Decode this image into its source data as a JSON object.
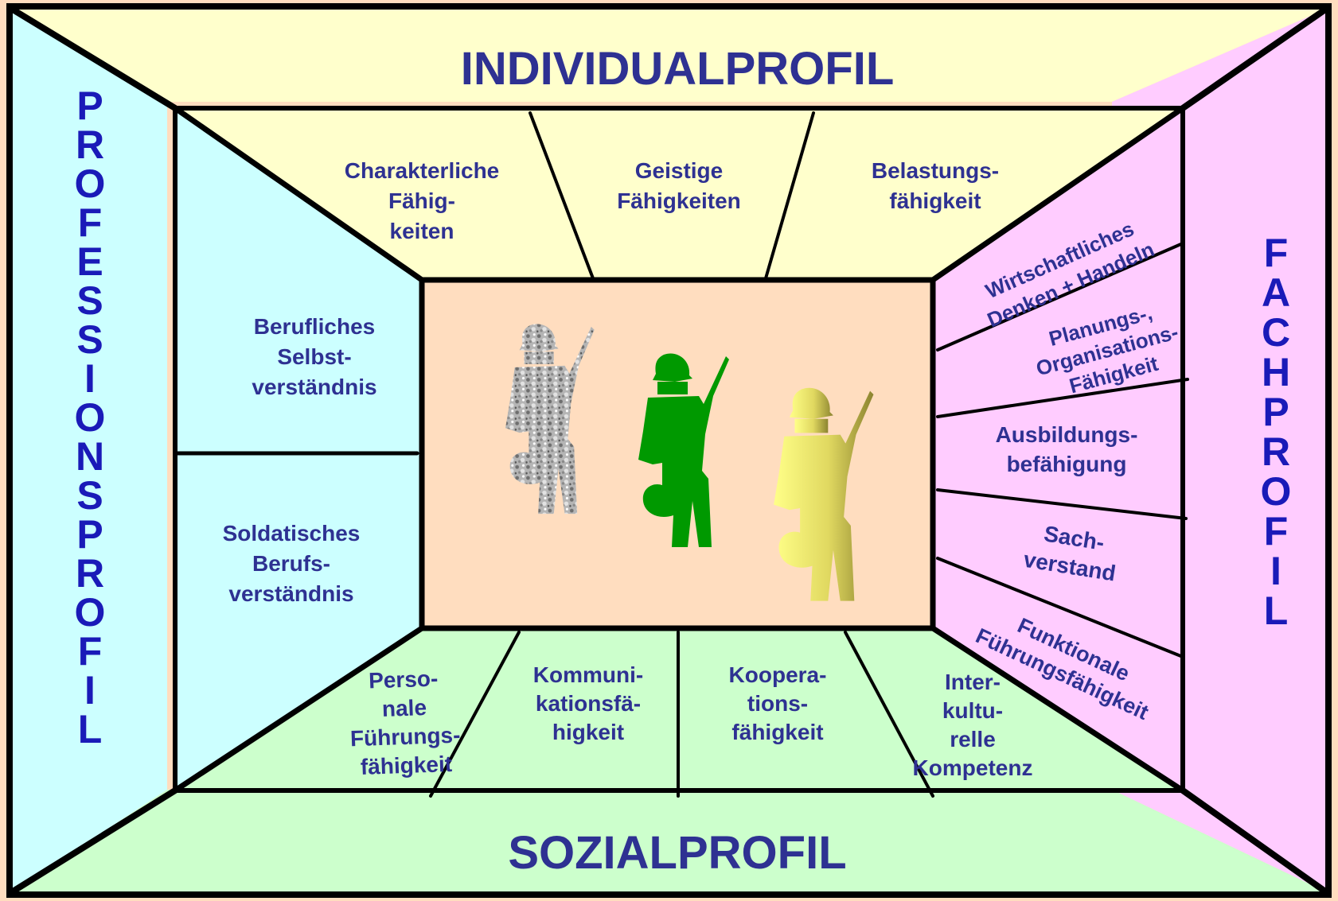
{
  "colors": {
    "individual_bg": "#FFFFCC",
    "profession_bg": "#CCFFFF",
    "fach_bg": "#FFCCFF",
    "sozial_bg": "#CCFFCC",
    "center_bg": "#FFDDBF",
    "title_text": "#2E3192",
    "vertical_text": "#1A1AB8",
    "soldier_gray": "#A9A9A9",
    "soldier_green": "#009900",
    "soldier_yellow": "#E6E066"
  },
  "titles": {
    "individual": "INDIVIDUALPROFIL",
    "sozial": "SOZIALPROFIL",
    "profession_letters": [
      "P",
      "R",
      "O",
      "F",
      "E",
      "S",
      "S",
      "I",
      "O",
      "N",
      "S",
      "P",
      "R",
      "O",
      "F",
      "I",
      "L"
    ],
    "fach_letters": [
      "F",
      "A",
      "C",
      "H",
      "P",
      "R",
      "O",
      "F",
      "I",
      "L"
    ]
  },
  "individual_items": [
    {
      "lines": [
        "Charakterliche",
        "Fähig-",
        "keiten"
      ]
    },
    {
      "lines": [
        "Geistige",
        "Fähigkeiten"
      ]
    },
    {
      "lines": [
        "Belastungs-",
        "fähigkeit"
      ]
    }
  ],
  "profession_items": [
    {
      "lines": [
        "Berufliches",
        "Selbst-",
        "verständnis"
      ]
    },
    {
      "lines": [
        "Soldatisches",
        "Berufs-",
        "verständnis"
      ]
    }
  ],
  "fach_items": [
    {
      "lines": [
        "Wirtschaftliches",
        "Denken + Handeln"
      ]
    },
    {
      "lines": [
        "Planungs-,",
        "Organisations-",
        "Fähigkeit"
      ]
    },
    {
      "lines": [
        "Ausbildungs-",
        "befähigung"
      ]
    },
    {
      "lines": [
        "Sach-",
        "verstand"
      ]
    },
    {
      "lines": [
        "Funktionale",
        "Führungsfähigkeit"
      ]
    }
  ],
  "sozial_items": [
    {
      "lines": [
        "Perso-",
        "nale",
        "Führungs-",
        "fähigkeit"
      ]
    },
    {
      "lines": [
        "Kommuni-",
        "kationsfä-",
        "higkeit"
      ]
    },
    {
      "lines": [
        "Koopera-",
        "tions-",
        "fähigkeit"
      ]
    },
    {
      "lines": [
        "Inter-",
        "kultu-",
        "relle",
        "Kompetenz"
      ]
    }
  ],
  "icons": [
    "soldier-gray-icon",
    "soldier-green-icon",
    "soldier-yellow-icon"
  ]
}
